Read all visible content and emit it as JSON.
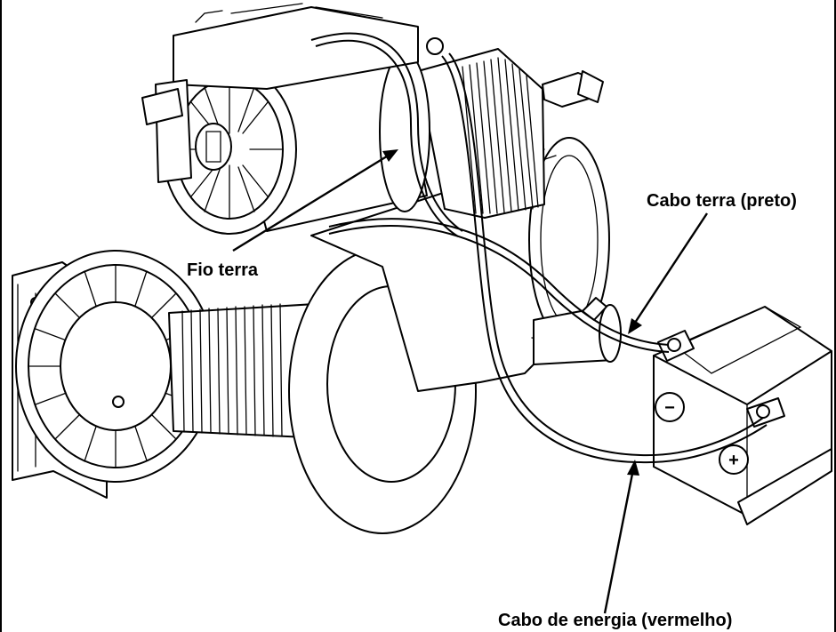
{
  "diagram": {
    "labels": {
      "ground_wire": "Fio terra",
      "ground_cable": "Cabo terra (preto)",
      "power_cable": "Cabo de energia (vermelho)"
    },
    "colors": {
      "line": "#000000",
      "background": "#ffffff"
    },
    "battery_symbols": {
      "negative": "−",
      "positive": "+"
    }
  }
}
